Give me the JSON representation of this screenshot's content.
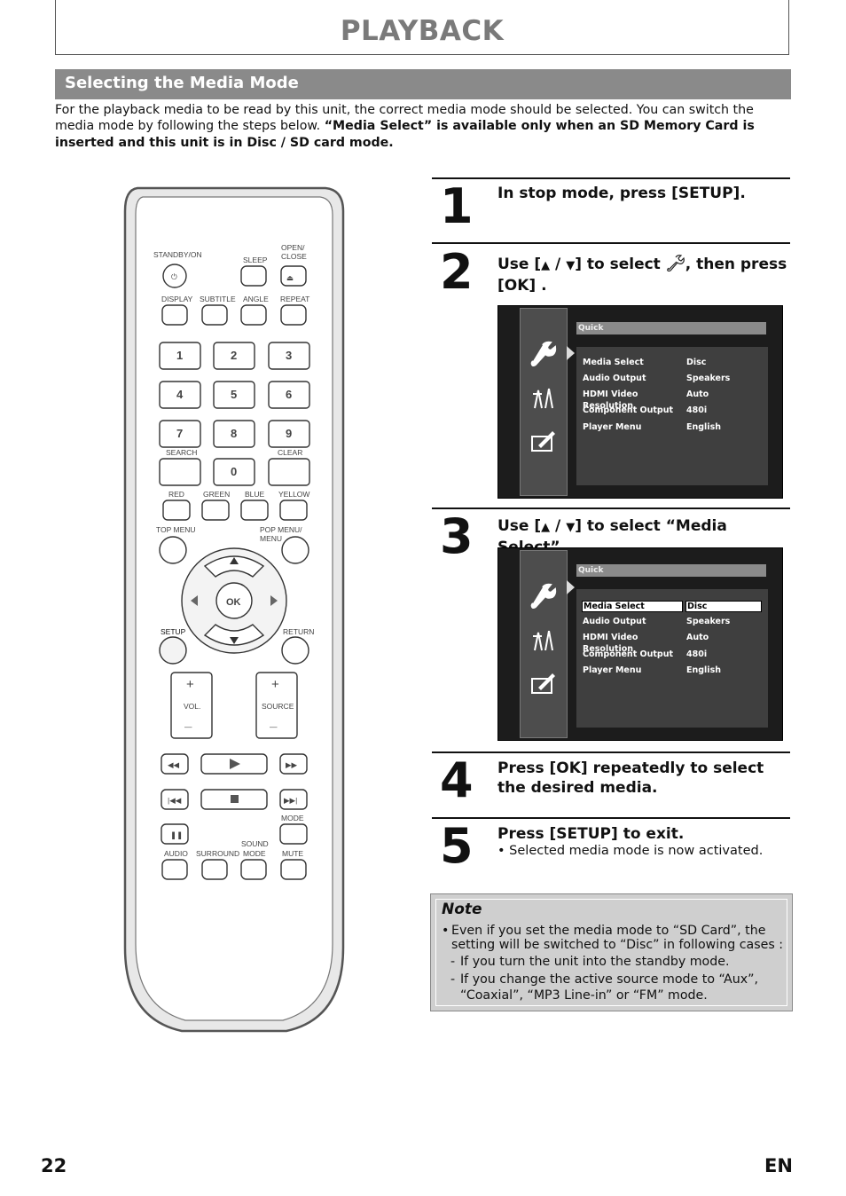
{
  "header": {
    "title": "PLAYBACK"
  },
  "section": {
    "title": "Selecting the Media Mode"
  },
  "intro": {
    "normal": "For the playback media to be read by this unit, the correct media mode should be selected. You can switch the media mode by following the steps below. ",
    "bold": "“Media Select” is available only when an SD Memory Card is inserted and this unit is in Disc / SD card mode."
  },
  "steps": [
    {
      "num": "1",
      "text": "In stop mode, press [SETUP]."
    },
    {
      "num": "2",
      "pre": "Use [",
      "up": "▲",
      "mid": " / ",
      "down": "▼",
      "post": "] to select ",
      "after_icon": ", then press",
      "line2": "[OK] ."
    },
    {
      "num": "3",
      "pre": "Use [",
      "up": "▲",
      "mid": " / ",
      "down": "▼",
      "post": "] to select “Media Select”."
    },
    {
      "num": "4",
      "text": "Press [OK] repeatedly to select the desired media."
    },
    {
      "num": "5",
      "text": "Press [SETUP] to exit.",
      "note": "Selected media mode is now activated."
    }
  ],
  "menu": {
    "header": "Quick",
    "rows": [
      {
        "label": "Media Select",
        "value": "Disc"
      },
      {
        "label": "Audio Output",
        "value": "Speakers"
      },
      {
        "label": "HDMI Video Resolution",
        "value": "Auto"
      },
      {
        "label": "Component Output",
        "value": "480i"
      },
      {
        "label": "Player Menu",
        "value": "English"
      }
    ]
  },
  "note": {
    "title": "Note",
    "bullet_line1": "Even if you set the media mode to “SD Card”, the",
    "bullet_line2": "setting will be switched to “Disc” in following cases :",
    "dash1": "If you turn the unit into the standby mode.",
    "dash2_line1": "If you change the active source mode to “Aux”,",
    "dash2_line2": "“Coaxial”, “MP3 Line-in” or “FM” mode."
  },
  "remote": {
    "labels": {
      "standby": "STANDBY/ON",
      "sleep": "SLEEP",
      "open": "OPEN/",
      "close": "CLOSE",
      "display": "DISPLAY",
      "subtitle": "SUBTITLE",
      "angle": "ANGLE",
      "repeat": "REPEAT",
      "search": "SEARCH",
      "clear": "CLEAR",
      "red": "RED",
      "green": "GREEN",
      "blue": "BLUE",
      "yellow": "YELLOW",
      "top_menu": "TOP MENU",
      "pop_menu": "POP MENU/",
      "pop_menu2": "MENU",
      "ok": "OK",
      "setup": "SETUP",
      "return": "RETURN",
      "vol": "VOL.",
      "source": "SOURCE",
      "plus": "+",
      "minus": "—",
      "mode": "MODE",
      "sound": "SOUND",
      "sound_mode": "MODE",
      "audio": "AUDIO",
      "surround": "SURROUND",
      "mute": "MUTE"
    },
    "digits": [
      "1",
      "2",
      "3",
      "4",
      "5",
      "6",
      "7",
      "8",
      "9",
      "0"
    ]
  },
  "footer": {
    "page": "22",
    "lang": "EN"
  }
}
